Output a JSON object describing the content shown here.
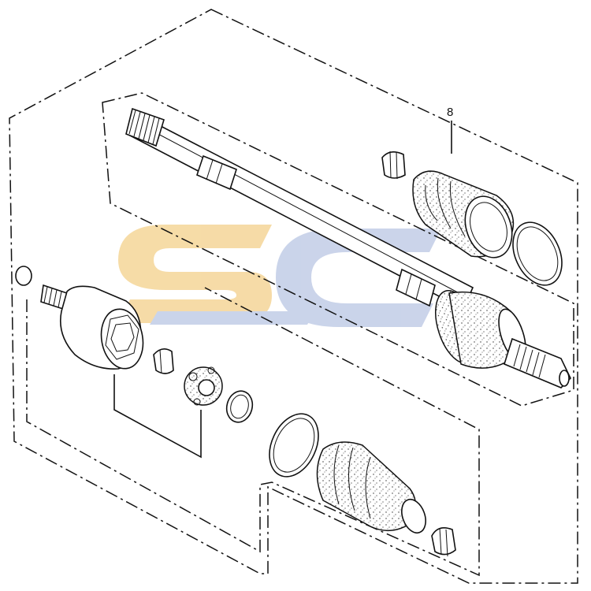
{
  "diagram": {
    "callouts": [
      {
        "id": "part-8",
        "text": "8"
      }
    ],
    "watermark": {
      "text": "SC",
      "colors": [
        "#f3d08a",
        "#b9c6e3"
      ]
    }
  }
}
